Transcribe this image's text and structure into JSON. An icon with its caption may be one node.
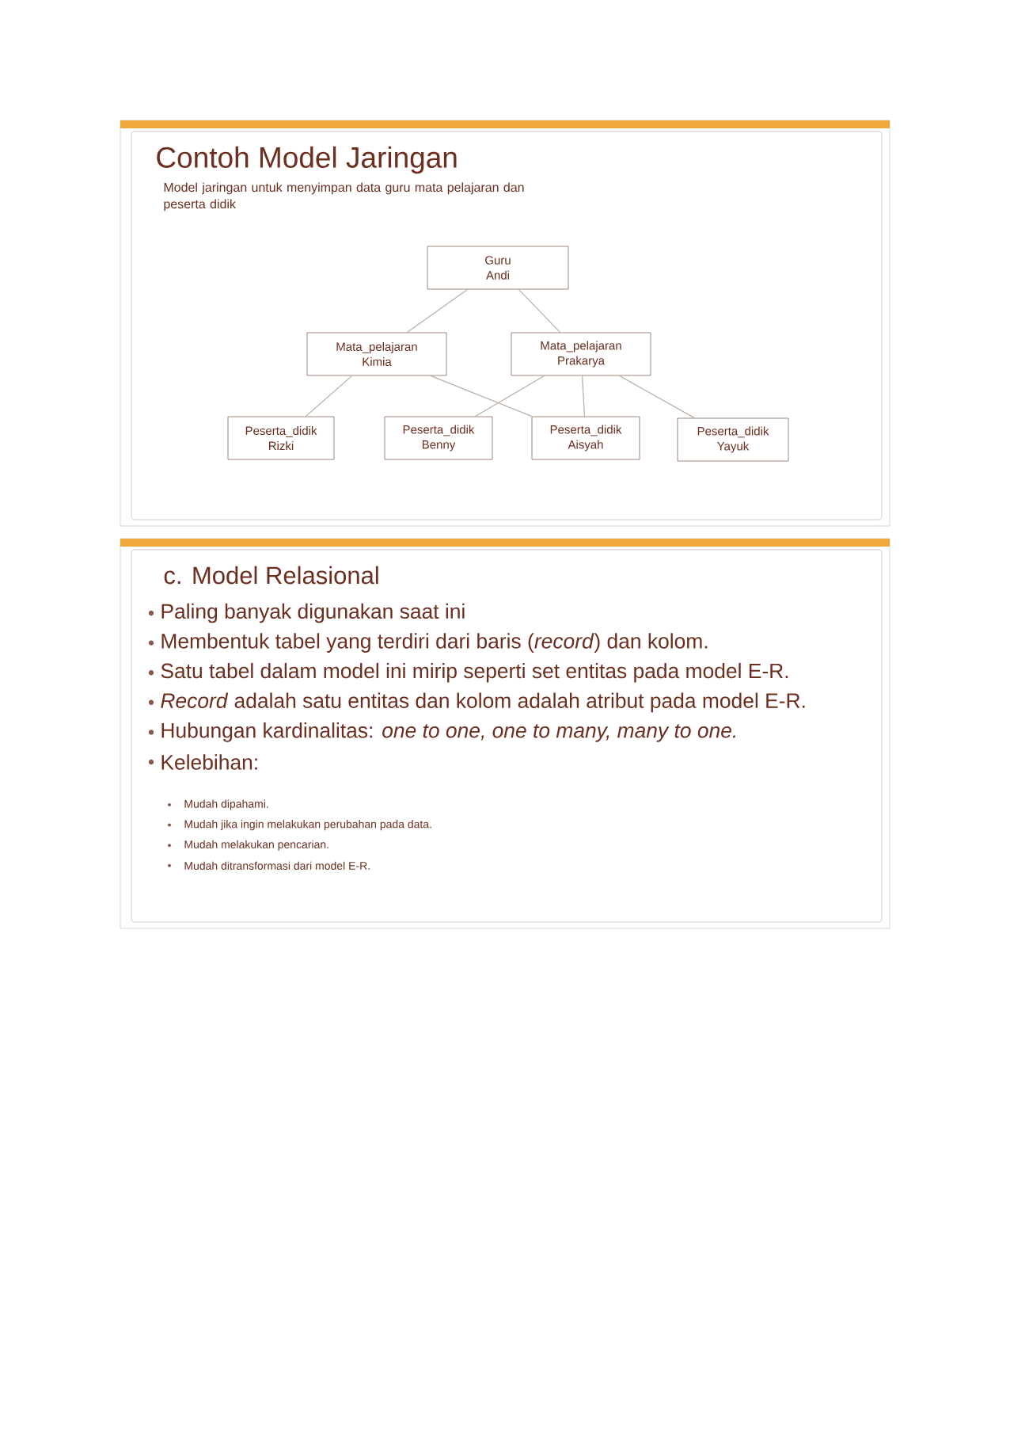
{
  "diagram": {
    "title": "Contoh Model Jaringan",
    "nodes": [
      {
        "text": [
          "Guru",
          "Andi"
        ]
      },
      {
        "text": [
          "Mata_pelajaran",
          "Kimia"
        ]
      },
      {
        "text": [
          "Mata_pelajaran",
          "Prakarya"
        ]
      },
      {
        "text": [
          "Peserta_didik",
          "Rizki"
        ]
      },
      {
        "text": [
          "Peserta_didik",
          "Benny"
        ]
      },
      {
        "text": [
          "Peserta_didik",
          "Aisyah"
        ]
      },
      {
        "text": [
          "Peserta_didik",
          "Yayuk"
        ]
      }
    ],
    "edges": [
      {
        "from": 0,
        "to": 1,
        "arrow": "none"
      },
      {
        "from": 0,
        "to": 2,
        "arrow": "none"
      },
      {
        "from": 1,
        "to": 3,
        "arrow": "none"
      },
      {
        "from": 1,
        "to": 5,
        "arrow": "none"
      },
      {
        "from": 2,
        "to": 4,
        "arrow": "none"
      },
      {
        "from": 2,
        "to": 5,
        "arrow": "none"
      },
      {
        "from": 2,
        "to": 6,
        "arrow": "none"
      }
    ],
    "labels": [
      "Model jaringan untuk menyimpan data guru mata pelajaran dan peserta didik",
      "c. Model Relasional",
      "Paling banyak digunakan saat ini",
      "Membentuk tabel yang terdiri dari baris (*record*) dan kolom.",
      "Satu tabel dalam model ini mirip seperti set entitas pada model E-R.",
      "*Record* adalah satu entitas dan kolom adalah atribut pada model E-R.",
      "Hubungan kardinalitas: *one to one, one to many, many to one.*",
      "Kelebihan:",
      "Mudah dipahami.",
      "Mudah jika ingin melakukan perubahan pada data.",
      "Mudah melakukan pencarian.",
      "Mudah ditransformasi dari model E-R."
    ]
  }
}
